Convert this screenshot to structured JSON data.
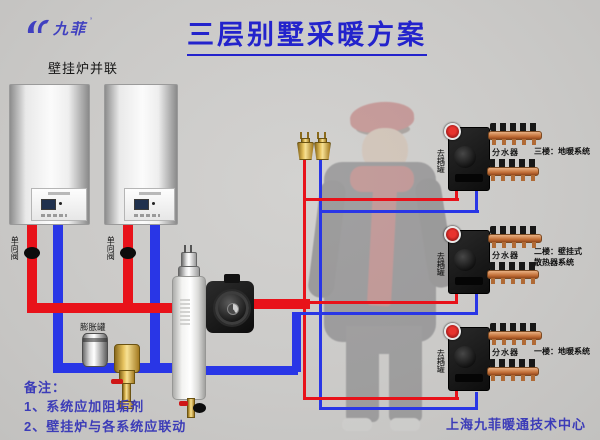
{
  "header": {
    "logo_text": "九菲",
    "logo_mark": "’",
    "title": "三层别墅采暖方案"
  },
  "left": {
    "section_label": "壁挂炉并联",
    "check_valve_label": "单向阀",
    "expansion_tank_label": "膨胀罐"
  },
  "floors": [
    {
      "pipe_label": "去耦罐",
      "manifold_label": "分水器",
      "floor_label": "三楼：地暖系统",
      "floor_label2": ""
    },
    {
      "pipe_label": "去耦罐",
      "manifold_label": "分水器",
      "floor_label": "二楼：壁挂式",
      "floor_label2": "散热器系统"
    },
    {
      "pipe_label": "去耦罐",
      "manifold_label": "分水器",
      "floor_label": "一楼：地暖系统",
      "floor_label2": ""
    }
  ],
  "notes": {
    "heading": "备注：",
    "item1": "1、系统应加阻垢剂",
    "item2": "2、壁挂炉与各系统应联动"
  },
  "footer": {
    "text": "上海九菲暖通技术中心"
  },
  "colors": {
    "title_blue": "#2323cc",
    "logo_blue": "#4040c0",
    "note_blue": "#3c3cb8",
    "supply_red": "#e8121a",
    "return_blue": "#2936e6"
  }
}
